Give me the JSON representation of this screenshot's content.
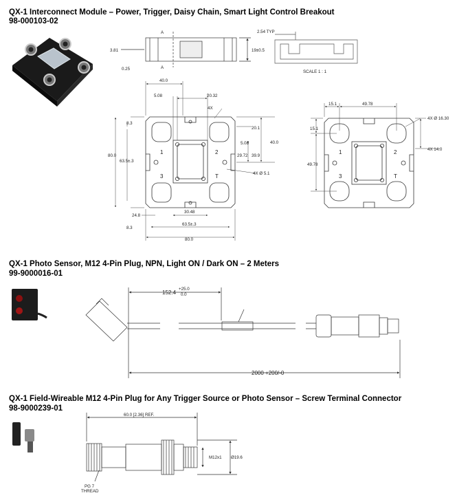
{
  "sections": [
    {
      "title": "QX-1 Interconnect Module – Power, Trigger, Daisy Chain, Smart Light Control Breakout",
      "part_number": "98-000103-02",
      "dims": {
        "side_h1": "3.81",
        "side_h2": "19±0.5",
        "side_h3": "0.25",
        "section_mark": "A",
        "typ": "2.54 TYP",
        "scale": "SCALE 1 : 1",
        "top_w": "40.0",
        "d508": "5.08",
        "d2032": "20.32",
        "hole_label": "4X",
        "d83": "8.3",
        "d201": "20.1",
        "d508b": "5.08",
        "d400v": "40.0",
        "d2972": "29.72",
        "d399": "39.9",
        "d800v": "80.0",
        "d635v": "63.5±.3",
        "hole51": "4X Ø 5.1",
        "d248": "24.8",
        "d3048": "30.48",
        "d83b": "8.3",
        "d635h": "63.5±.3",
        "d800h": "80.0",
        "r151": "15.1",
        "r4978": "49.78",
        "r_holes": "4X Ø 16.30",
        "r151v": "15.1",
        "r4978v": "49.78",
        "r140": "4X 14.0"
      },
      "port_labels": [
        "1",
        "2",
        "3",
        "T"
      ]
    },
    {
      "title": "QX-1 Photo Sensor, M12 4-Pin Plug, NPN, Light ON / Dark ON – 2 Meters",
      "part_number": "99-9000016-01",
      "dims": {
        "lead": "152.4",
        "tol_up": "+25.0",
        "tol_dn": "0.0",
        "length": "2000 +200/-0"
      }
    },
    {
      "title": "QX-1 Field-Wireable M12 4-Pin Plug for Any Trigger Source or Photo Sensor – Screw Terminal Connector",
      "part_number": "98-9000239-01",
      "dims": {
        "len": "60.0 [2.36]  REF.",
        "thread": "M12x1",
        "dia": "Ø19.6",
        "pg": "PG  7",
        "pg2": "THREAD"
      }
    }
  ]
}
